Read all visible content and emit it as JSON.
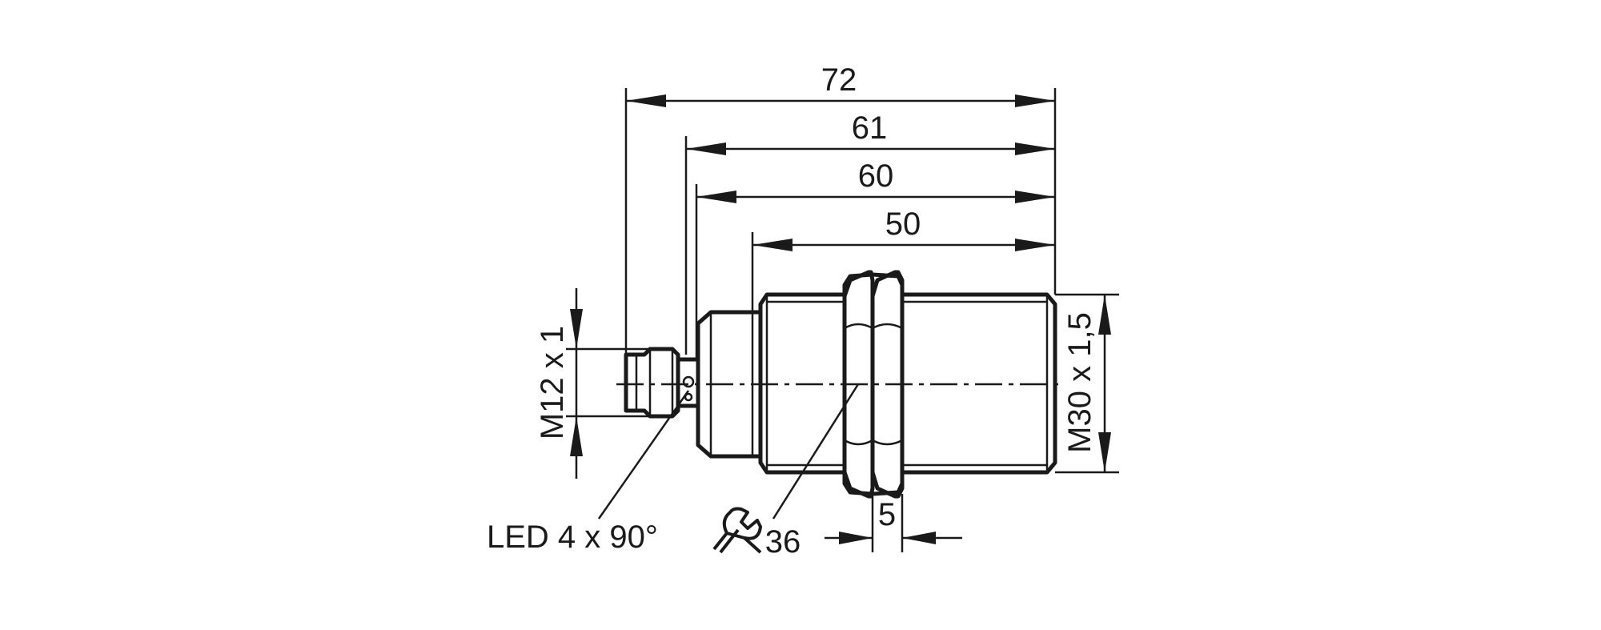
{
  "dimensions": {
    "overall_length": "72",
    "length_to_led": "61",
    "length_to_housing": "60",
    "thread_length": "50",
    "connector_thread": "M12 x 1",
    "housing_thread": "M30 x 1,5",
    "nut_thickness": "5",
    "wrench_size": "36"
  },
  "annotations": {
    "led": "LED 4 x 90°"
  },
  "icons": {
    "wrench": "wrench-icon"
  },
  "colors": {
    "line": "#1a1a1a",
    "background": "#ffffff"
  }
}
